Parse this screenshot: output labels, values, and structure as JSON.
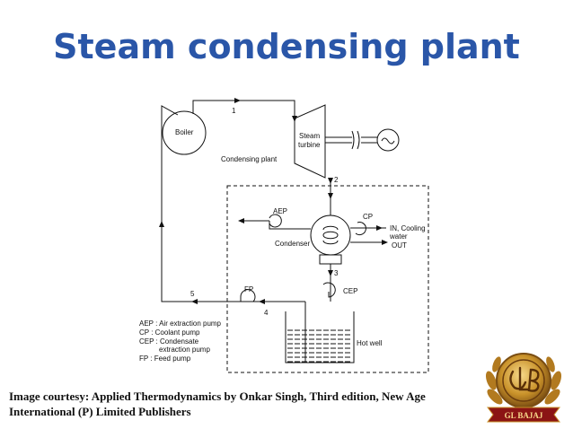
{
  "title": "Steam condensing plant",
  "diagram": {
    "boiler": "Boiler",
    "turbine_line1": "Steam",
    "turbine_line2": "turbine",
    "plant_label": "Condensing plant",
    "condenser": "Condenser",
    "aep": "AEP",
    "cp": "CP",
    "cep": "CEP",
    "fp": "FP",
    "in_cooling": "IN, Cooling",
    "water": "water",
    "out": "OUT",
    "hotwell": "Hot well",
    "state_1": "1",
    "state_2": "2",
    "state_3": "3",
    "state_4": "4",
    "state_5": "5",
    "legend": [
      "AEP : Air extraction  pump",
      "CP   : Coolant pump",
      "CEP : Condensate",
      "extraction pump",
      "FP    : Feed pump"
    ]
  },
  "courtesy": [
    "Image courtesy: Applied Thermodynamics by Onkar Singh, Third edition, New Age",
    "International (P) Limited Publishers"
  ],
  "logo": {
    "monogram": "GLB",
    "banner": "GL BAJAJ",
    "colors": {
      "gold": "#c9922a",
      "dark": "#6b3d0e",
      "red": "#8b1414"
    }
  },
  "colors": {
    "title": "#2a56a8"
  }
}
